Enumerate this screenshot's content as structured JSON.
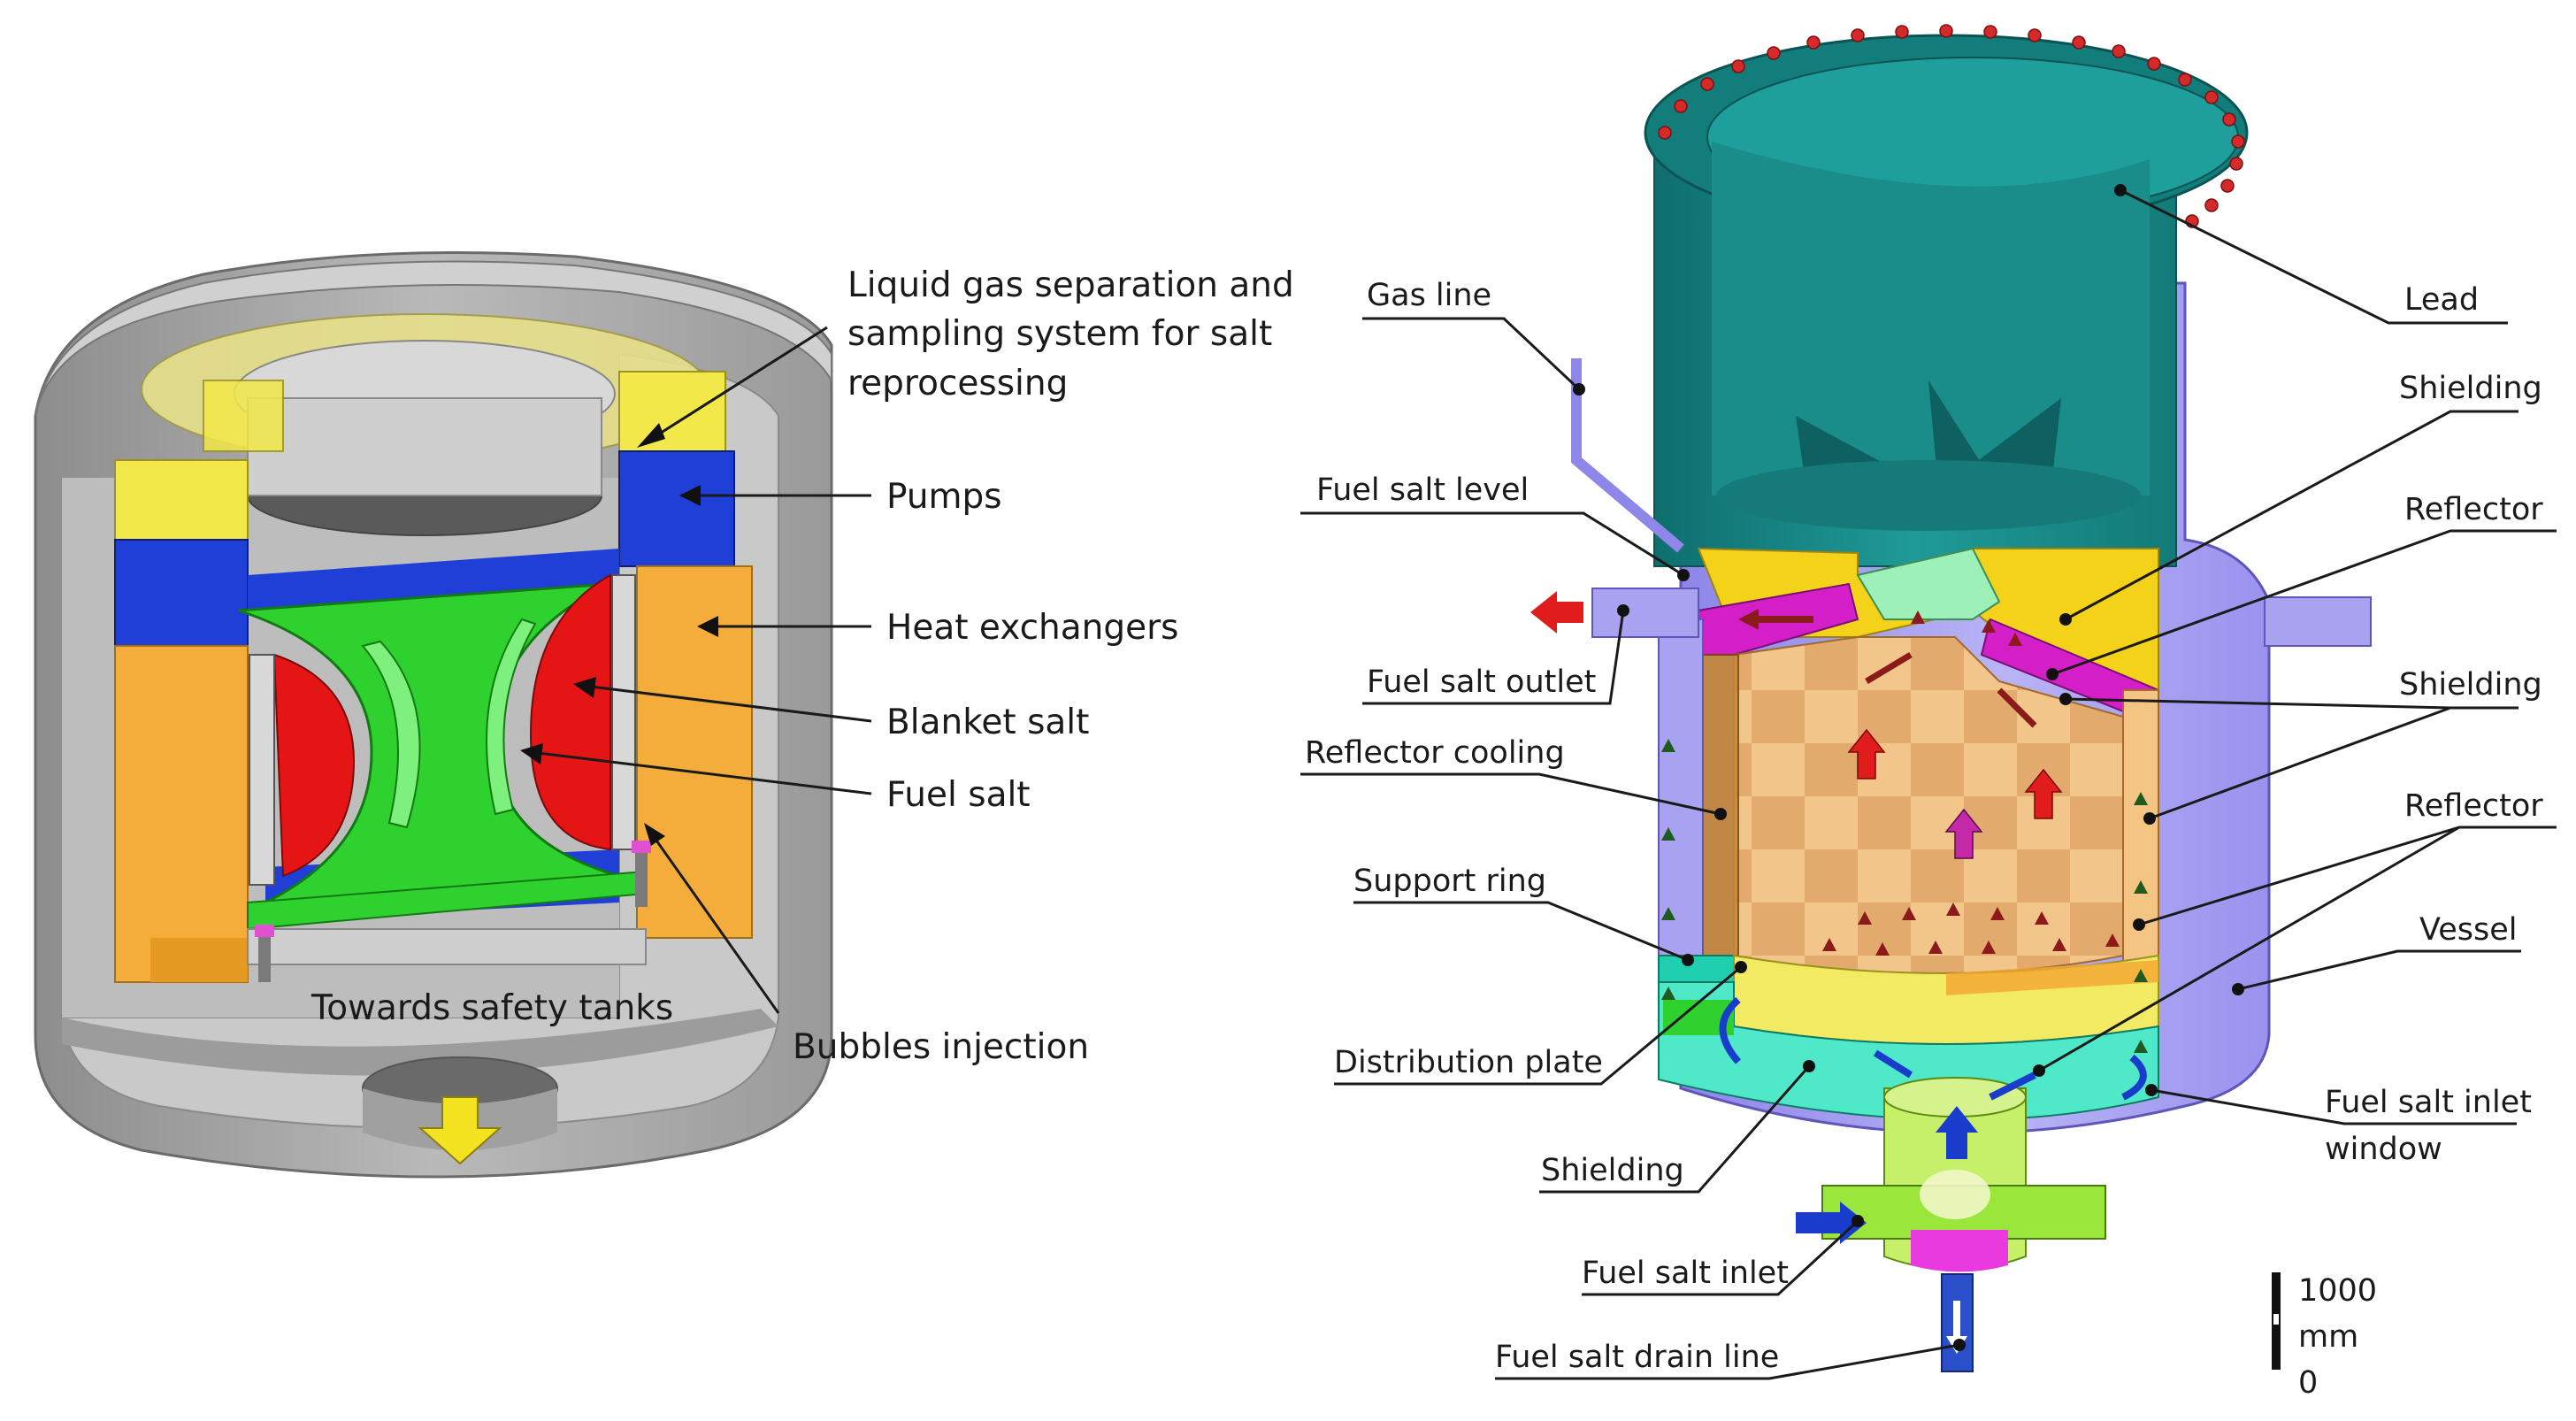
{
  "left_labels": {
    "separation_line1": "Liquid gas separation and",
    "separation_line2": "sampling system for salt",
    "separation_line3": "reprocessing",
    "pumps": "Pumps",
    "heat_exchangers": "Heat exchangers",
    "blanket_salt": "Blanket salt",
    "fuel_salt": "Fuel salt",
    "towards_safety_tanks": "Towards safety tanks",
    "bubbles_injection": "Bubbles injection"
  },
  "right_labels": {
    "gas_line": "Gas line",
    "fuel_salt_level": "Fuel salt level",
    "fuel_salt_outlet": "Fuel salt outlet",
    "reflector_cooling": "Reflector cooling",
    "support_ring": "Support ring",
    "distribution_plate": "Distribution plate",
    "shielding_bottom": "Shielding",
    "fuel_salt_inlet": "Fuel salt inlet",
    "fuel_salt_drain_line": "Fuel salt drain line",
    "lead": "Lead",
    "shielding_top": "Shielding",
    "reflector_top": "Reflector",
    "shielding_mid": "Shielding",
    "reflector_mid": "Reflector",
    "vessel": "Vessel",
    "fuel_salt_inlet_window_line1": "Fuel salt inlet",
    "fuel_salt_inlet_window_line2": "window"
  },
  "scale_bar": {
    "top_value": "1000",
    "unit": "mm",
    "bottom_value": "0"
  },
  "colors": {
    "vessel_grey": "#a9a9a9",
    "pump_blue": "#1f3fd6",
    "heat_exchanger_orange": "#f4ad3a",
    "gas_separation_yellow": "#f2e54a",
    "fuel_salt_green": "#2fd12f",
    "blanket_red": "#e61515",
    "lead_teal": "#1a8a8a",
    "vessel_lavender": "#a9a2f0",
    "reflector_yellow": "#f5d21a",
    "shielding_magenta": "#d41fc8",
    "core_tan": "#eebc7e",
    "inlet_lime": "#9ae63a",
    "arrow_dark_red": "#8b1a1a",
    "arrow_red": "#e01c1c"
  }
}
